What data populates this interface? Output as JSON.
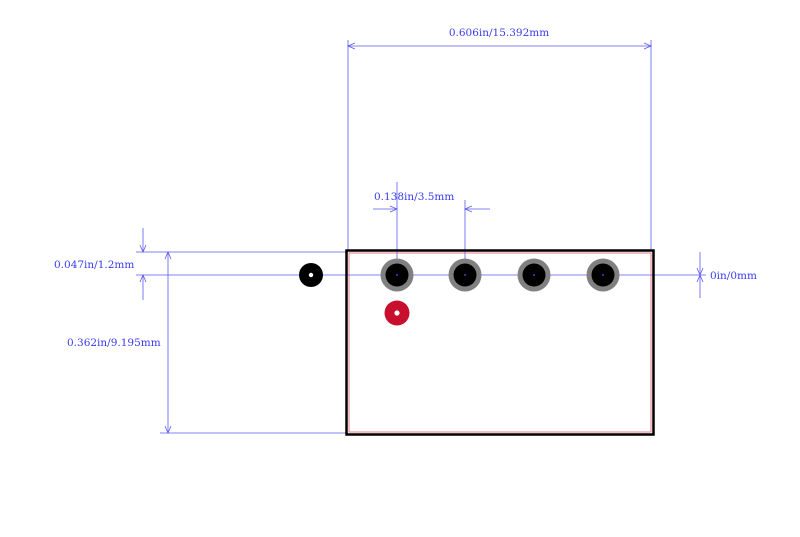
{
  "dimensions": {
    "overall_width": "0.606in/15.392mm",
    "pin_pitch": "0.138in/3.5mm",
    "edge_offset": "0.047in/1.2mm",
    "overall_height": "0.362in/9.195mm",
    "zero_offset": "0in/0mm"
  },
  "colors": {
    "dimension": "#5a5af0",
    "outline": "#000000",
    "courtyard": "#e05a6a",
    "pad_ring": "#808080",
    "pin1_marker": "#c8102e"
  },
  "pins": {
    "count": 4
  }
}
